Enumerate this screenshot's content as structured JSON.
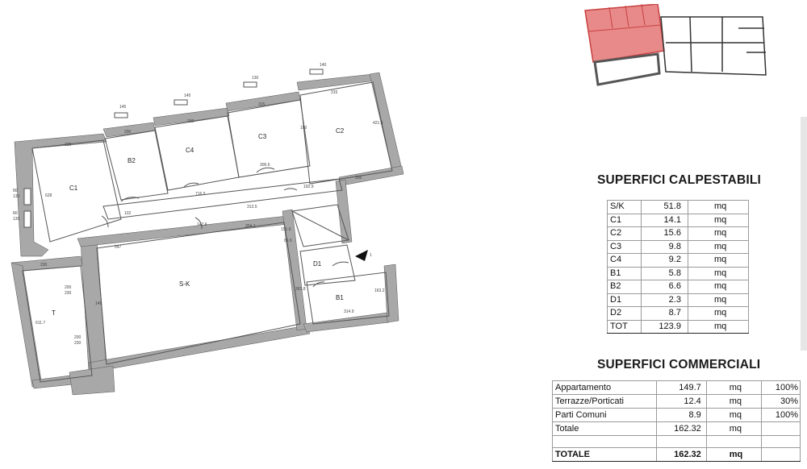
{
  "plan": {
    "rooms": [
      {
        "id": "C1",
        "label": "C1"
      },
      {
        "id": "B2",
        "label": "B2"
      },
      {
        "id": "C4",
        "label": "C4"
      },
      {
        "id": "C3",
        "label": "C3"
      },
      {
        "id": "C2",
        "label": "C2"
      },
      {
        "id": "SK",
        "label": "S-K"
      },
      {
        "id": "T",
        "label": "T"
      },
      {
        "id": "D1",
        "label": "D1"
      },
      {
        "id": "B1",
        "label": "B1"
      }
    ],
    "dimensions": [
      "336",
      "200",
      "200",
      "315",
      "315",
      "421.5",
      "256",
      "716.5",
      "192.9",
      "313.5",
      "354.1",
      "547",
      "230",
      "200",
      "230",
      "200",
      "230",
      "611.7",
      "80",
      "130",
      "80",
      "130",
      "628",
      "102",
      "148",
      "147.6",
      "151.6",
      "61.6",
      "361.8",
      "163.2",
      "314.9",
      "306.6",
      "100",
      "140",
      "130",
      "145",
      "145"
    ],
    "entrance_label": "1"
  },
  "calpestabili": {
    "title": "SUPERFICI CALPESTABILI",
    "rows": [
      {
        "label": "S/K",
        "value": "51.8",
        "unit": "mq"
      },
      {
        "label": "C1",
        "value": "14.1",
        "unit": "mq"
      },
      {
        "label": "C2",
        "value": "15.6",
        "unit": "mq"
      },
      {
        "label": "C3",
        "value": "9.8",
        "unit": "mq"
      },
      {
        "label": "C4",
        "value": "9.2",
        "unit": "mq"
      },
      {
        "label": "B1",
        "value": "5.8",
        "unit": "mq"
      },
      {
        "label": "B2",
        "value": "6.6",
        "unit": "mq"
      },
      {
        "label": "D1",
        "value": "2.3",
        "unit": "mq"
      },
      {
        "label": "D2",
        "value": "8.7",
        "unit": "mq"
      },
      {
        "label": "TOT",
        "value": "123.9",
        "unit": "mq"
      }
    ]
  },
  "commerciali": {
    "title": "SUPERFICI COMMERCIALI",
    "rows": [
      {
        "label": "Appartamento",
        "value": "149.7",
        "unit": "mq",
        "pct": "100%"
      },
      {
        "label": "Terrazze/Porticati",
        "value": "12.4",
        "unit": "mq",
        "pct": "30%"
      },
      {
        "label": "Parti Comuni",
        "value": "8.9",
        "unit": "mq",
        "pct": "100%"
      },
      {
        "label": "Totale",
        "value": "162.32",
        "unit": "mq",
        "pct": ""
      }
    ],
    "total": {
      "label": "TOTALE",
      "value": "162.32",
      "unit": "mq"
    }
  },
  "colors": {
    "wall": "#a8a8a8",
    "highlight": "#e88a8a",
    "highlight_border": "#c94040"
  }
}
